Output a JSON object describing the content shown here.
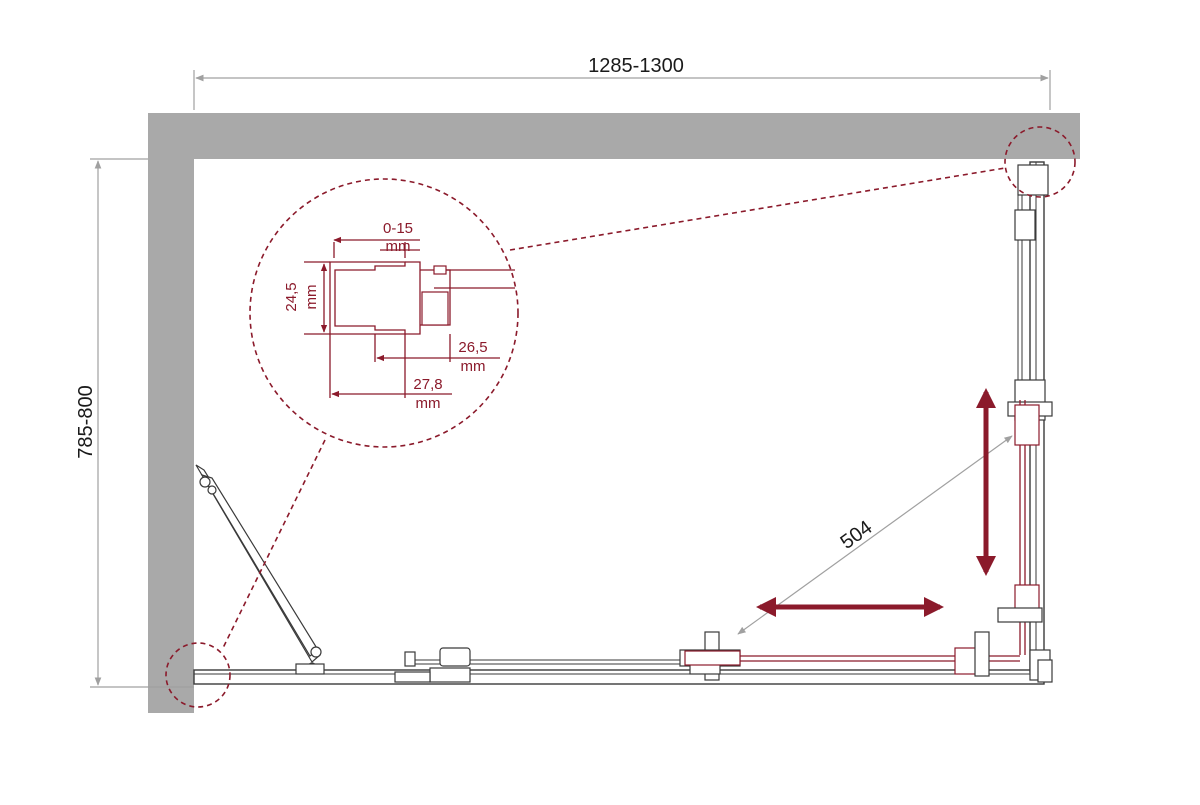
{
  "drawing": {
    "width_dimension": "1285-1300",
    "depth_dimension": "785-800",
    "door_opening": "504"
  },
  "detail": {
    "gap_value": "0-15",
    "gap_unit": "mm",
    "profile_height_value": "24,5",
    "profile_height_unit": "mm",
    "offset_a_value": "26,5",
    "offset_a_unit": "mm",
    "offset_b_value": "27,8",
    "offset_b_unit": "mm"
  },
  "colors": {
    "wall": "#a9a9a9",
    "accent": "#8b1a2b",
    "dimension_lines": "#a0a0a0",
    "frame": "#3a3a3a"
  }
}
